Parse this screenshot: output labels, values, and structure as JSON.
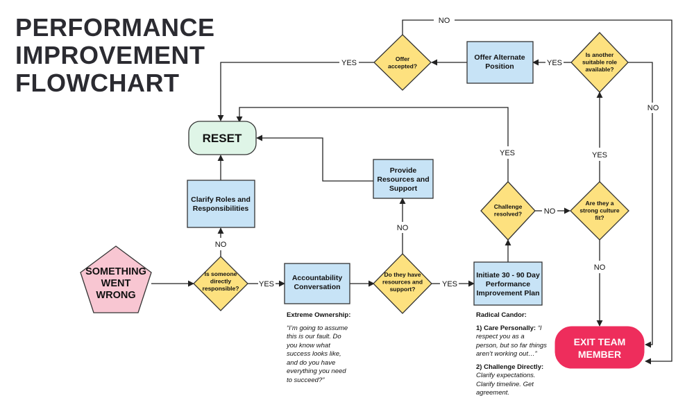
{
  "title": [
    "PERFORMANCE",
    "IMPROVEMENT",
    "FLOWCHART"
  ],
  "colors": {
    "pink": "#f8c6d2",
    "blue": "#c7e3f6",
    "yellow": "#fde17f",
    "green": "#dff5e7",
    "red": "#ee2d5c",
    "stroke": "#333333"
  },
  "nodes": {
    "start": "SOMETHING WENT WRONG",
    "d_responsible": "Is someone directly responsible?",
    "accountability": "Accountability Conversation",
    "d_resources": "Do they have resources and support?",
    "pip": "Initiate 30 - 90 Day Performance Improvement Plan",
    "clarify": "Clarify Roles and Responsibilities",
    "reset": "RESET",
    "provide": "Provide Resources and Support",
    "d_resolved": "Challenge resolved?",
    "d_culture": "Are they a strong culture fit?",
    "d_another_role": "Is another suitable role available?",
    "offer": "Offer Alternate Position",
    "d_accepted": "Offer accepted?",
    "exit": "EXIT TEAM MEMBER"
  },
  "edge_labels": {
    "yes": "YES",
    "no": "NO"
  },
  "notes": {
    "extreme": {
      "heading": "Extreme Ownership:",
      "quote": "“I’m going to assume this is our fault. Do you know what success looks like, and do you have everything you need to succeed?”"
    },
    "radical": {
      "heading": "Radical Candor:",
      "p1_label": "1) Care Personally:",
      "p1_text": "“I respect you as a person, but so far things aren’t working out…”",
      "p2_label": "2) Challenge Directly:",
      "p2_text": "Clarify expectations. Clarify timeline. Get agreement."
    }
  }
}
